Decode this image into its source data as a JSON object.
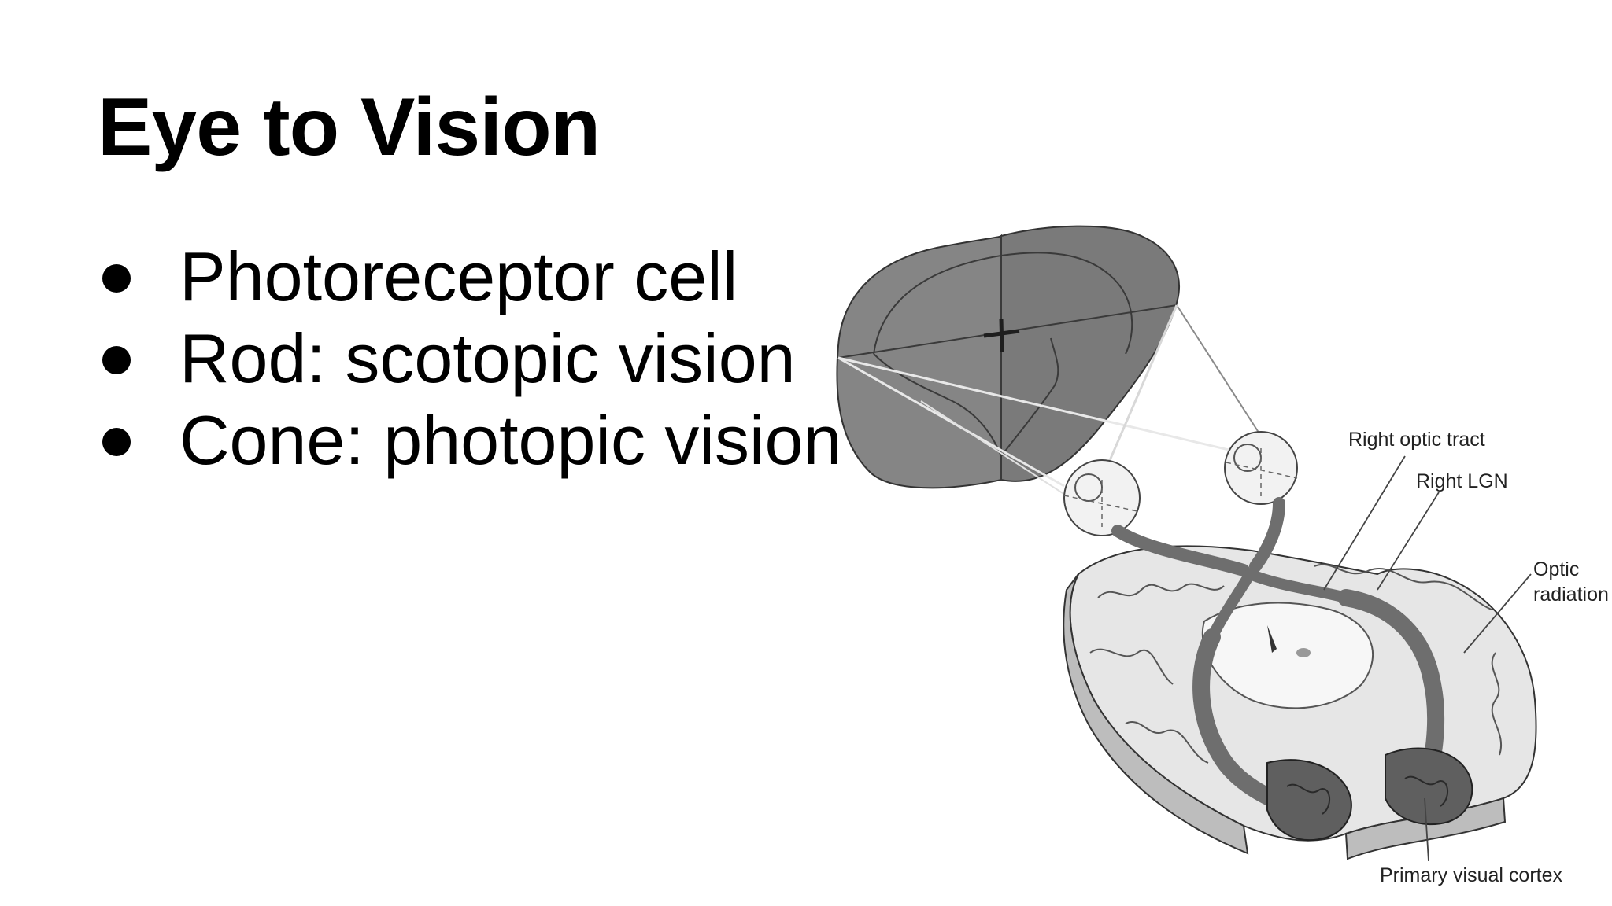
{
  "slide": {
    "title": "Eye to Vision",
    "bullets": [
      "Photoreceptor cell",
      "Rod: scotopic vision",
      "Cone: photopic vision"
    ]
  },
  "figure": {
    "labels": {
      "right_optic_tract": "Right optic tract",
      "right_lgn": "Right LGN",
      "optic_radiation_line1": "Optic",
      "optic_radiation_line2": "radiation",
      "primary_visual_cortex": "Primary visual cortex"
    }
  },
  "colors": {
    "background": "#ffffff",
    "text": "#000000",
    "visual_field": "#7f7f7f",
    "pathway": "#6e6e6e",
    "brain_light": "#dcdcdc",
    "cortex": "#5f5f5f"
  }
}
